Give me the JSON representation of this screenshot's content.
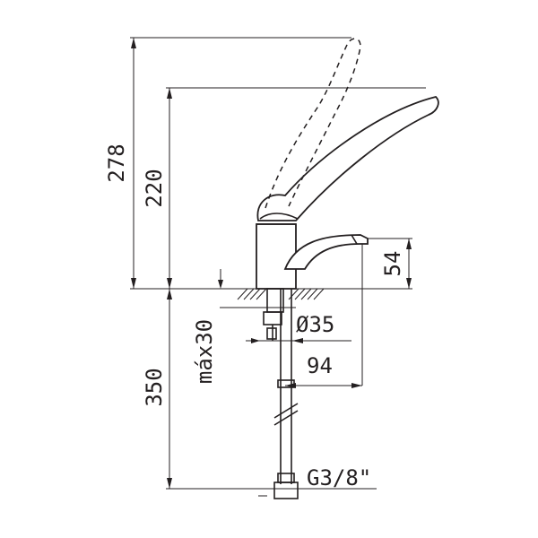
{
  "dimensions": {
    "total_height": "278",
    "spout_height": "220",
    "outlet_height": "54",
    "hole_diameter": "Ø35",
    "reach": "94",
    "max_thickness": "máx30",
    "hose_length": "350",
    "connection": "G3/8\""
  }
}
